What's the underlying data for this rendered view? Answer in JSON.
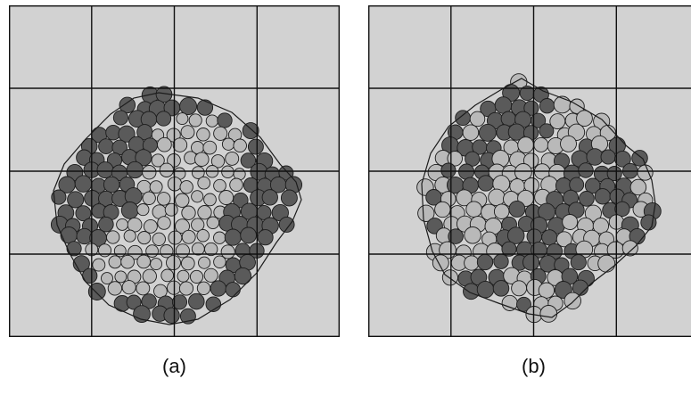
{
  "figure": {
    "colors": {
      "background": "#ffffff",
      "domain": "#d2d2d2",
      "grid": "#111111",
      "dark_cell": "#5a5a5a",
      "light_cell": "#b9b9b9",
      "cell_outline": "#1c1c1c"
    },
    "panels": [
      {
        "id": "a",
        "caption": "(a)",
        "pattern": "core-shell",
        "grid_divisions": 4
      },
      {
        "id": "b",
        "caption": "(b)",
        "pattern": "mixed",
        "grid_divisions": 4
      }
    ]
  }
}
